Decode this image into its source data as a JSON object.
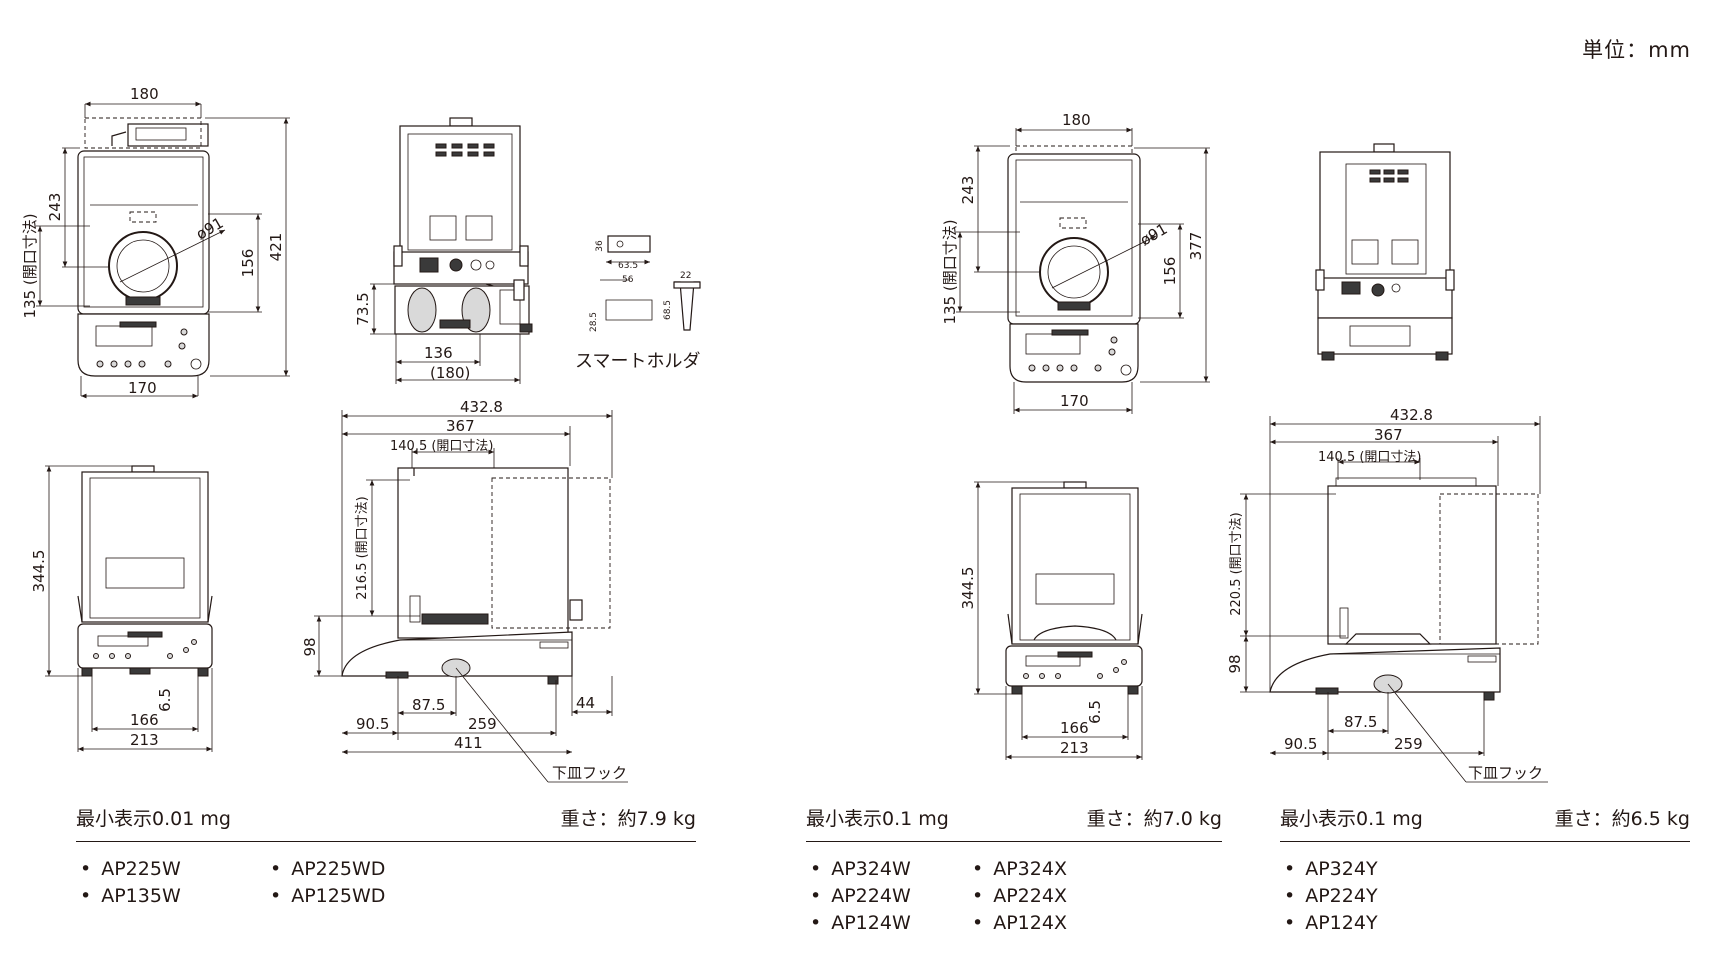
{
  "unit_label": "単位：mm",
  "group1": {
    "min_display": "最小表示0.01 mg",
    "weight": "重さ：約7.9 kg",
    "models_col1": [
      "AP225W",
      "AP135W"
    ],
    "models_col2": [
      "AP225WD",
      "AP125WD"
    ],
    "top": {
      "w180": "180",
      "h243": "243",
      "open135": "135 (開口寸法)",
      "dia": "ø91",
      "h156": "156",
      "h421": "421",
      "w170": "170"
    },
    "front": {
      "h73": "73.5",
      "w136": "136",
      "w180p": "(180)"
    },
    "holder": {
      "label": "スマートホルダ",
      "d36": "36",
      "d63": "63.5",
      "d56": "56",
      "d22": "22",
      "d28": "28.5",
      "d68": "68.5"
    },
    "side": {
      "h344": "344.5",
      "d65": "6.5",
      "w166": "166",
      "w213": "213"
    },
    "profile": {
      "w4328": "432.8",
      "w367": "367",
      "open1405": "140.5 (開口寸法)",
      "open2165": "216.5 (開口寸法)",
      "h98": "98",
      "d905": "90.5",
      "d875": "87.5",
      "d259": "259",
      "d44": "44",
      "d411": "411",
      "hook": "下皿フック"
    }
  },
  "group2": {
    "min_display": "最小表示0.1 mg",
    "weight": "重さ：約7.0 kg",
    "models_col1": [
      "AP324W",
      "AP224W",
      "AP124W"
    ],
    "models_col2": [
      "AP324X",
      "AP224X",
      "AP124X"
    ],
    "top": {
      "w180": "180",
      "h243": "243",
      "open135": "135 (開口寸法)",
      "dia": "ø91",
      "h156": "156",
      "h377": "377",
      "w170": "170"
    },
    "side": {
      "h344": "344.5",
      "d65": "6.5",
      "w166": "166",
      "w213": "213"
    }
  },
  "group3": {
    "min_display": "最小表示0.1 mg",
    "weight": "重さ：約6.5 kg",
    "models_col1": [
      "AP324Y",
      "AP224Y",
      "AP124Y"
    ],
    "profile": {
      "w4328": "432.8",
      "w367": "367",
      "open1405": "140.5 (開口寸法)",
      "open2205": "220.5 (開口寸法)",
      "h98": "98",
      "d905": "90.5",
      "d875": "87.5",
      "d259": "259",
      "hook": "下皿フック"
    }
  }
}
